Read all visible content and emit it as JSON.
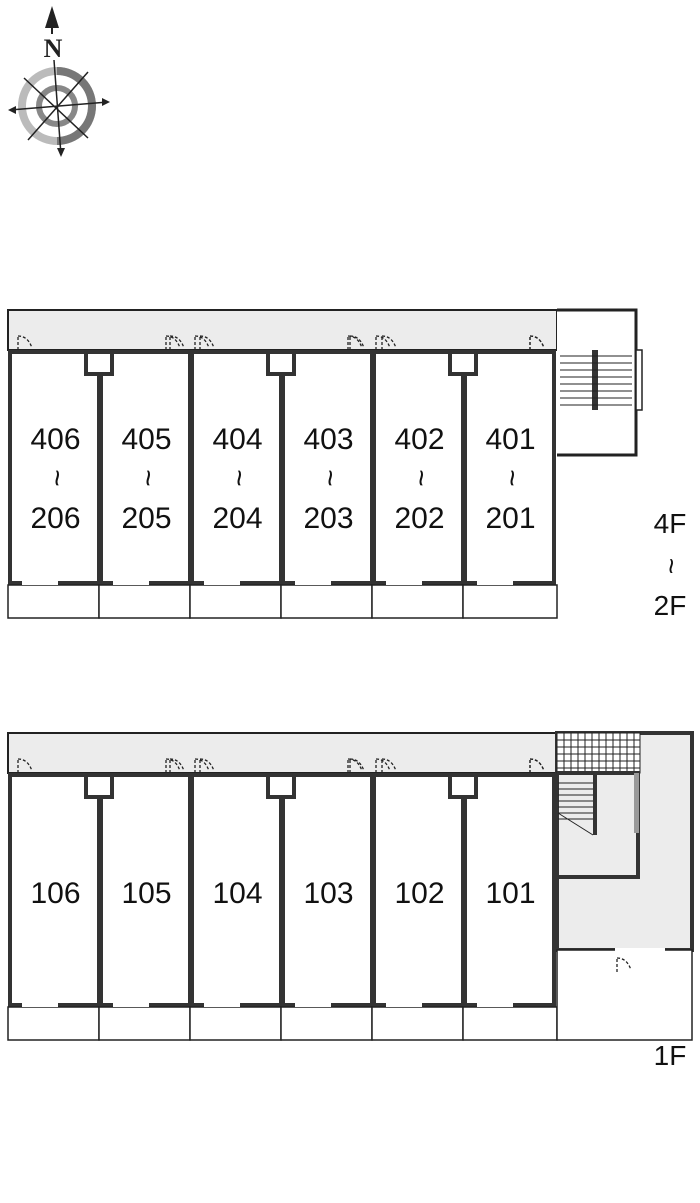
{
  "compass": {
    "north_label": "N"
  },
  "range_mark": "~",
  "upper_building": {
    "floor_from": "4F",
    "floor_to": "2F",
    "units": [
      {
        "top": "406",
        "bottom": "206"
      },
      {
        "top": "405",
        "bottom": "205"
      },
      {
        "top": "404",
        "bottom": "204"
      },
      {
        "top": "403",
        "bottom": "203"
      },
      {
        "top": "402",
        "bottom": "202"
      },
      {
        "top": "401",
        "bottom": "201"
      }
    ]
  },
  "lower_building": {
    "floor": "1F",
    "units": [
      "106",
      "105",
      "104",
      "103",
      "102",
      "101"
    ]
  },
  "colors": {
    "wall": "#333333",
    "corridor": "#ececec",
    "line": "#222222"
  }
}
